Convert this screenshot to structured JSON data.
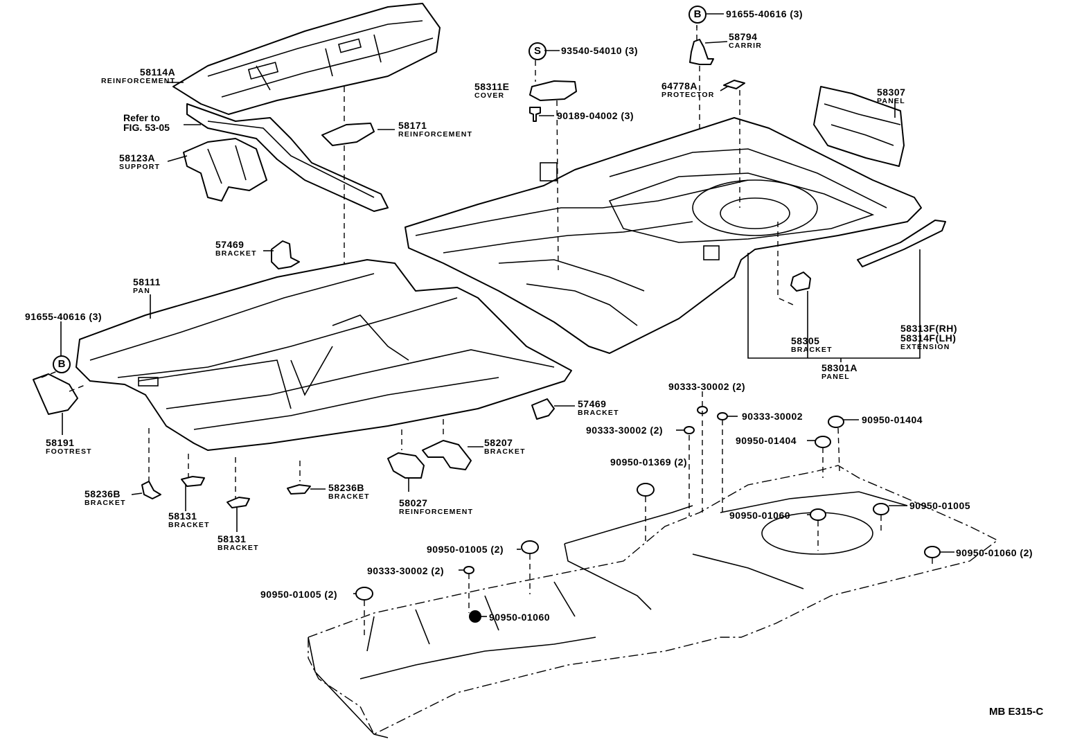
{
  "diagram": {
    "code": "MB E315-C",
    "symbols": {
      "B": "B",
      "S": "S"
    },
    "refer": {
      "line1": "Refer to",
      "line2": "FIG. 53-05"
    },
    "labels": [
      {
        "id": "58114A",
        "part": "58114A",
        "name": "REINFORCEMENT"
      },
      {
        "id": "58123A",
        "part": "58123A",
        "name": "SUPPORT"
      },
      {
        "id": "58171",
        "part": "58171",
        "name": "REINFORCEMENT"
      },
      {
        "id": "57469a",
        "part": "57469",
        "name": "BRACKET"
      },
      {
        "id": "58111",
        "part": "58111",
        "name": "PAN"
      },
      {
        "id": "91655b",
        "part": "91655-40616 (3)",
        "name": ""
      },
      {
        "id": "58191",
        "part": "58191",
        "name": "FOOTREST"
      },
      {
        "id": "58236Ba",
        "part": "58236B",
        "name": "BRACKET"
      },
      {
        "id": "58131a",
        "part": "58131",
        "name": "BRACKET"
      },
      {
        "id": "58131b",
        "part": "58131",
        "name": "BRACKET"
      },
      {
        "id": "58236Bb",
        "part": "58236B",
        "name": "BRACKET"
      },
      {
        "id": "58027",
        "part": "58027",
        "name": "REINFORCEMENT"
      },
      {
        "id": "58207",
        "part": "58207",
        "name": "BRACKET"
      },
      {
        "id": "57469b",
        "part": "57469",
        "name": "BRACKET"
      },
      {
        "id": "93540",
        "part": "93540-54010 (3)",
        "name": ""
      },
      {
        "id": "58311E",
        "part": "58311E",
        "name": "COVER"
      },
      {
        "id": "90189",
        "part": "90189-04002 (3)",
        "name": ""
      },
      {
        "id": "91655a",
        "part": "91655-40616 (3)",
        "name": ""
      },
      {
        "id": "58794",
        "part": "58794",
        "name": "CARRIR"
      },
      {
        "id": "64778A",
        "part": "64778A",
        "name": "PROTECTOR"
      },
      {
        "id": "58307",
        "part": "58307",
        "name": "PANEL"
      },
      {
        "id": "58305",
        "part": "58305",
        "name": "BRACKET"
      },
      {
        "id": "58313F",
        "part": "58313F(RH)",
        "name": ""
      },
      {
        "id": "58314F",
        "part": "58314F(LH)",
        "name": "EXTENSION"
      },
      {
        "id": "58301A",
        "part": "58301A",
        "name": "PANEL"
      },
      {
        "id": "90333a",
        "part": "90333-30002 (2)",
        "name": ""
      },
      {
        "id": "90333b",
        "part": "90333-30002",
        "name": ""
      },
      {
        "id": "90333c",
        "part": "90333-30002 (2)",
        "name": ""
      },
      {
        "id": "90950_01404a",
        "part": "90950-01404",
        "name": ""
      },
      {
        "id": "90950_01404b",
        "part": "90950-01404",
        "name": ""
      },
      {
        "id": "90950_01369",
        "part": "90950-01369 (2)",
        "name": ""
      },
      {
        "id": "90950_01005a",
        "part": "90950-01005",
        "name": ""
      },
      {
        "id": "90950_01060a",
        "part": "90950-01060",
        "name": ""
      },
      {
        "id": "90950_01060b",
        "part": "90950-01060 (2)",
        "name": ""
      },
      {
        "id": "90950_01005b",
        "part": "90950-01005 (2)",
        "name": ""
      },
      {
        "id": "90333d",
        "part": "90333-30002 (2)",
        "name": ""
      },
      {
        "id": "90950_01005c",
        "part": "90950-01005 (2)",
        "name": ""
      },
      {
        "id": "90950_01060c",
        "part": "90950-01060",
        "name": ""
      }
    ]
  }
}
